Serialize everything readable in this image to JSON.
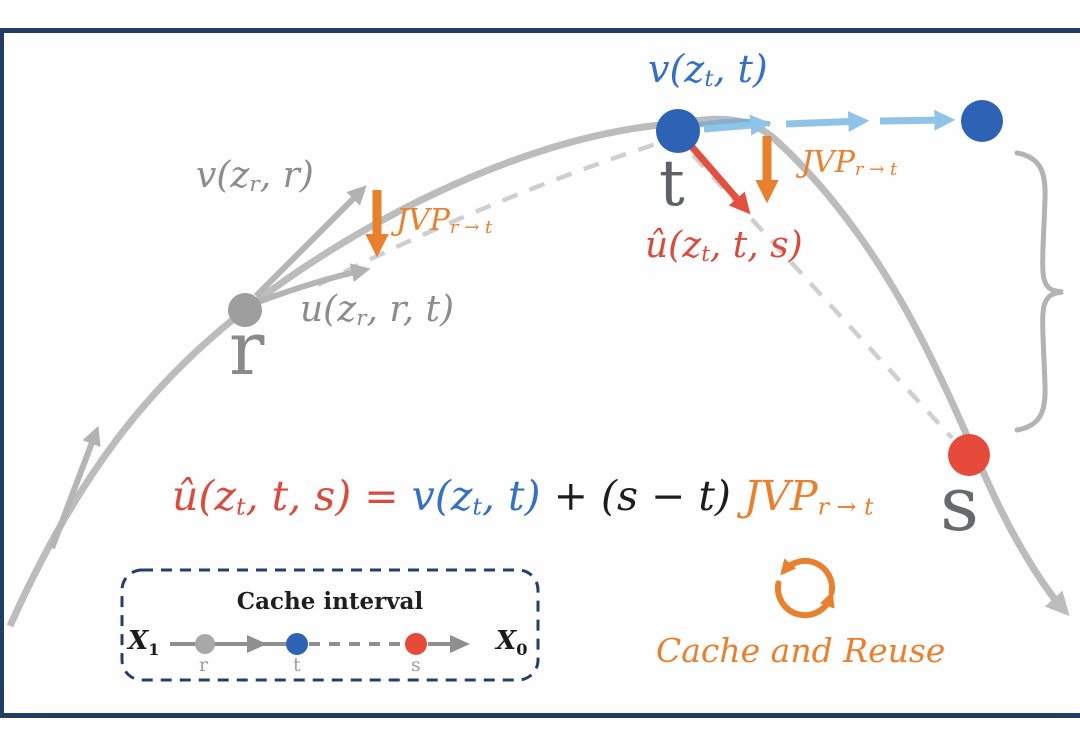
{
  "figure": {
    "labels": {
      "v_r": {
        "pre": "v(z",
        "sub": "r",
        "post": ", r)"
      },
      "u_r": {
        "pre": "u(z",
        "sub": "r",
        "post": ", r, t)"
      },
      "v_t": {
        "pre": "v(z",
        "sub": "t",
        "post": ", t)"
      },
      "u_hat": {
        "pre": "û(z",
        "sub": "t",
        "post": ", t, s)"
      },
      "jvp": {
        "base": "JVP",
        "sub": "r → t"
      },
      "point_r": "r",
      "point_t": "t",
      "point_s": "s"
    },
    "equation": {
      "lhs_pre": "û(z",
      "lhs_sub": "t",
      "lhs_post": ", t, s)",
      "equals": " = ",
      "v_pre": "v(z",
      "v_sub": "t",
      "v_post": ", t)",
      "mid": " + (s − t) ",
      "jvp_base": "JVP",
      "jvp_sub": "r → t"
    },
    "cache_box": {
      "title": "Cache interval",
      "x1_base": "X",
      "x1_sub": "1",
      "x0_base": "X",
      "x0_sub": "0",
      "tick_r": "r",
      "tick_t": "t",
      "tick_s": "s"
    },
    "cache_reuse_label": "Cache and Reuse",
    "colors": {
      "blue": "#2e62b5",
      "light_blue": "#8fc3e8",
      "orange": "#e8802e",
      "red": "#e2503f",
      "gray_curve": "#bcbcbc",
      "navy": "#223c66"
    }
  }
}
